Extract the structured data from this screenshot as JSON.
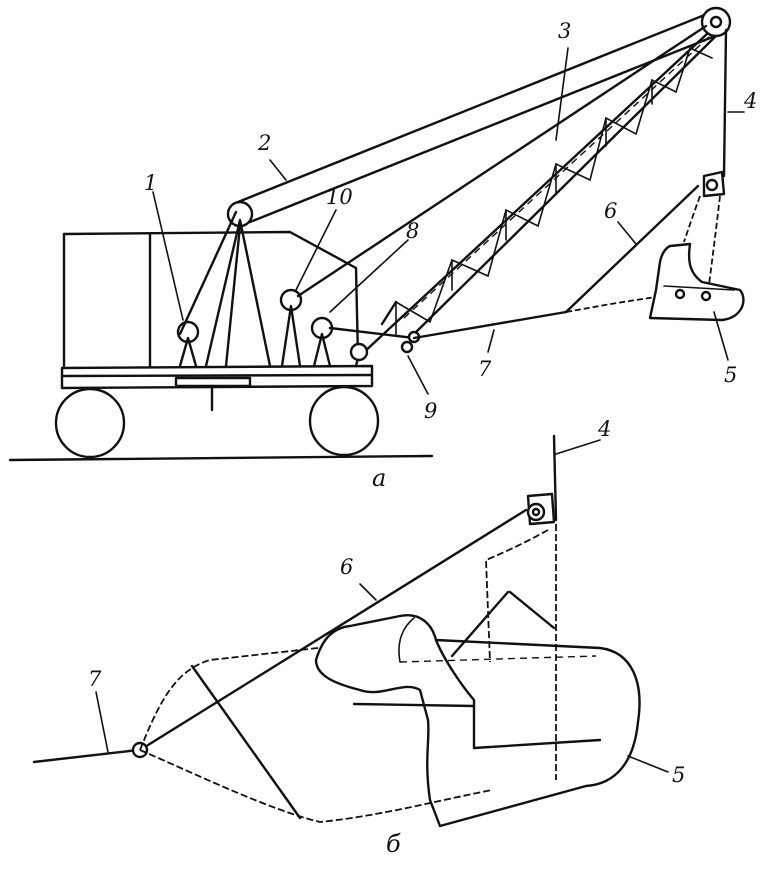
{
  "figure_a": {
    "caption": "а",
    "labels": {
      "l1": "1",
      "l2": "2",
      "l3": "3",
      "l4": "4",
      "l5": "5",
      "l6": "6",
      "l7": "7",
      "l8": "8",
      "l9": "9",
      "l10": "10"
    }
  },
  "figure_b": {
    "caption": "б",
    "labels": {
      "l4": "4",
      "l5": "5",
      "l6": "6",
      "l7": "7"
    }
  }
}
